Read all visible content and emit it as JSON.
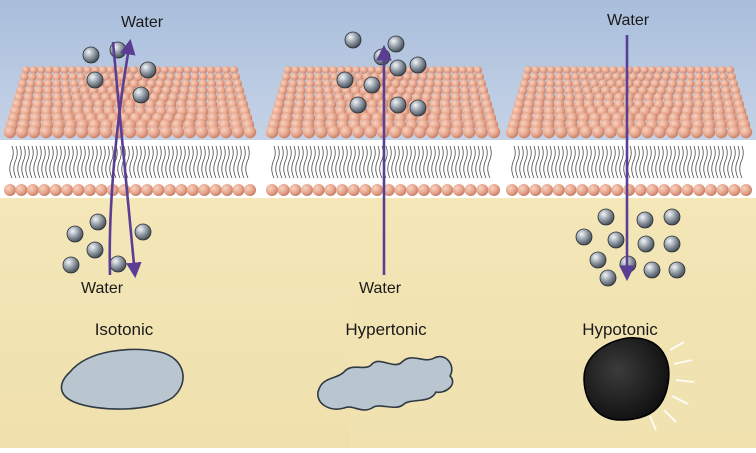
{
  "panels": [
    {
      "id": "isotonic",
      "condition": "Isotonic",
      "top_label": "Water",
      "bottom_label": "Water",
      "cell_shape": "oval",
      "cell_color": "#b9c6cf"
    },
    {
      "id": "hypertonic",
      "condition": "Hypertonic",
      "top_label": "",
      "bottom_label": "Water",
      "cell_shape": "crenated",
      "cell_color": "#b9c6cf"
    },
    {
      "id": "hypotonic",
      "condition": "Hypotonic",
      "top_label": "Water",
      "bottom_label": "",
      "cell_shape": "swollen-bursting",
      "cell_color": "#1c1c1c"
    }
  ],
  "colors": {
    "background_top": "#a9bedc",
    "background_bottom": "#f3e6b6",
    "membrane_band": "#ffffff",
    "lipid_head": "#e9a88f",
    "arrow": "#5a3e94",
    "solute": "#5c6470"
  }
}
